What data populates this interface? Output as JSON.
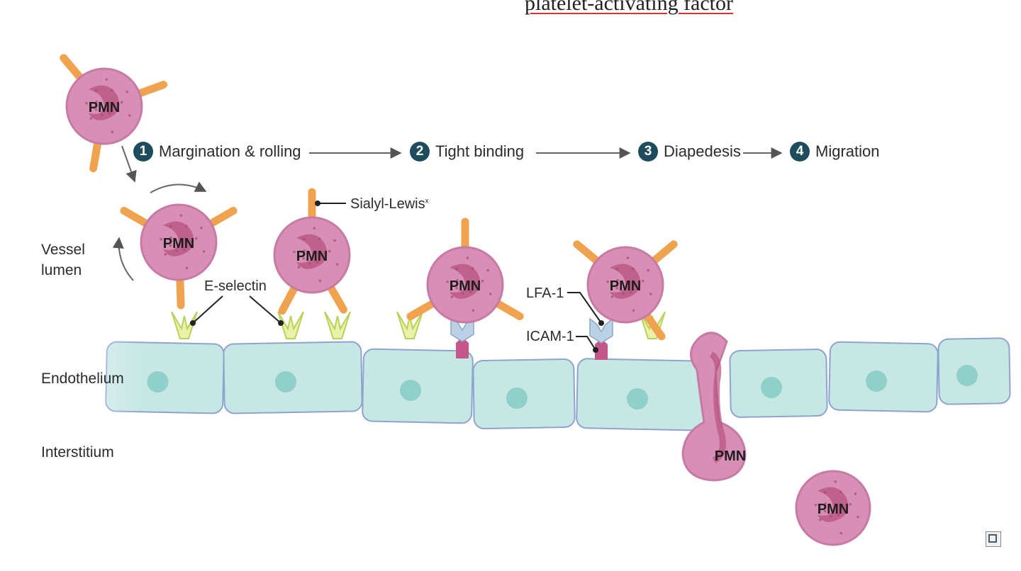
{
  "header": {
    "title": "platelet-activating factor"
  },
  "steps": [
    {
      "num": "1",
      "label": "Margination & rolling"
    },
    {
      "num": "2",
      "label": "Tight binding"
    },
    {
      "num": "3",
      "label": "Diapedesis"
    },
    {
      "num": "4",
      "label": "Migration"
    }
  ],
  "regions": {
    "lumen_line1": "Vessel",
    "lumen_line2": "lumen",
    "endothelium": "Endothelium",
    "interstitium": "Interstitium"
  },
  "molecules": {
    "sialyl": "Sialyl-Lewis",
    "sialyl_sup": "x",
    "eselectin": "E-selectin",
    "lfa1": "LFA-1",
    "icam1": "ICAM-1"
  },
  "cell_label": "PMN",
  "colors": {
    "cell_fill": "#d88fb5",
    "cell_stroke": "#c77aa2",
    "nucleus": "#b8527f",
    "spike": "#f0a34e",
    "endothelium_fill": "#c6e7e4",
    "endothelium_stroke": "#8fa3cf",
    "endo_nucleus": "#8fd0c9",
    "selectin": "#e9f2a8",
    "selectin_stroke": "#b9d25b",
    "icam": "#c4578a",
    "lfa": "#bcd1e6",
    "accent_num": "#1d4c5c"
  },
  "icons": {
    "corner": "image-expand-icon"
  }
}
